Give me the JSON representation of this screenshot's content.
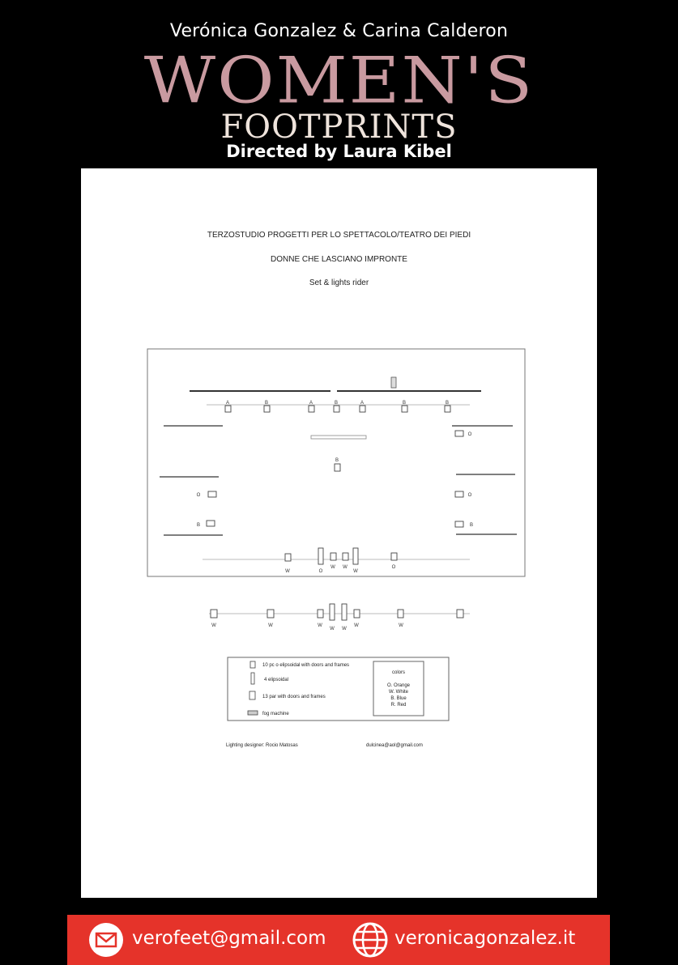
{
  "header": {
    "authors": "Verónica Gonzalez & Carina Calderon",
    "title_line1": "WOMEN'S",
    "title_line2": "FOOTPRINTS",
    "director": "Directed by Laura Kibel"
  },
  "document": {
    "line1": "TERZOSTUDIO PROGETTI PER LO SPETTACOLO/TEATRO DEI PIEDI",
    "line2": "DONNE CHE LASCIANO IMPRONTE",
    "line3": "Set & lights rider"
  },
  "plan": {
    "top_row_labels": [
      "A",
      "B",
      "A",
      "B",
      "A",
      "B",
      "B"
    ],
    "center_label": "B",
    "right_labels": [
      "O",
      "O",
      "B"
    ],
    "left_labels": [
      "O",
      "B"
    ],
    "stage_front_labels": [
      "W",
      "O",
      "W",
      "W",
      "W",
      "O"
    ],
    "front_row_labels": [
      "W",
      "W",
      "W",
      "W",
      "W",
      "W",
      "W"
    ]
  },
  "legend": {
    "item1": "10 pc o elipsoidal with doors and frames",
    "item2": "4 elipsoidal",
    "item3": "13 par with doors and frames",
    "item4": "fog machine",
    "colors_title": "colors",
    "color1": "O. Orange",
    "color2": "W. White",
    "color3": "B. Blue",
    "color4": "R. Red"
  },
  "credits": {
    "designer": "Lighting designer: Rocio Matosas",
    "email": "dulcinea@aol@gmail.com"
  },
  "footer": {
    "email": "verofeet@gmail.com",
    "website": "veronicagonzalez.it"
  },
  "colors": {
    "background": "#000000",
    "title_pink": "#c99aa0",
    "footer_red": "#e5332a"
  }
}
